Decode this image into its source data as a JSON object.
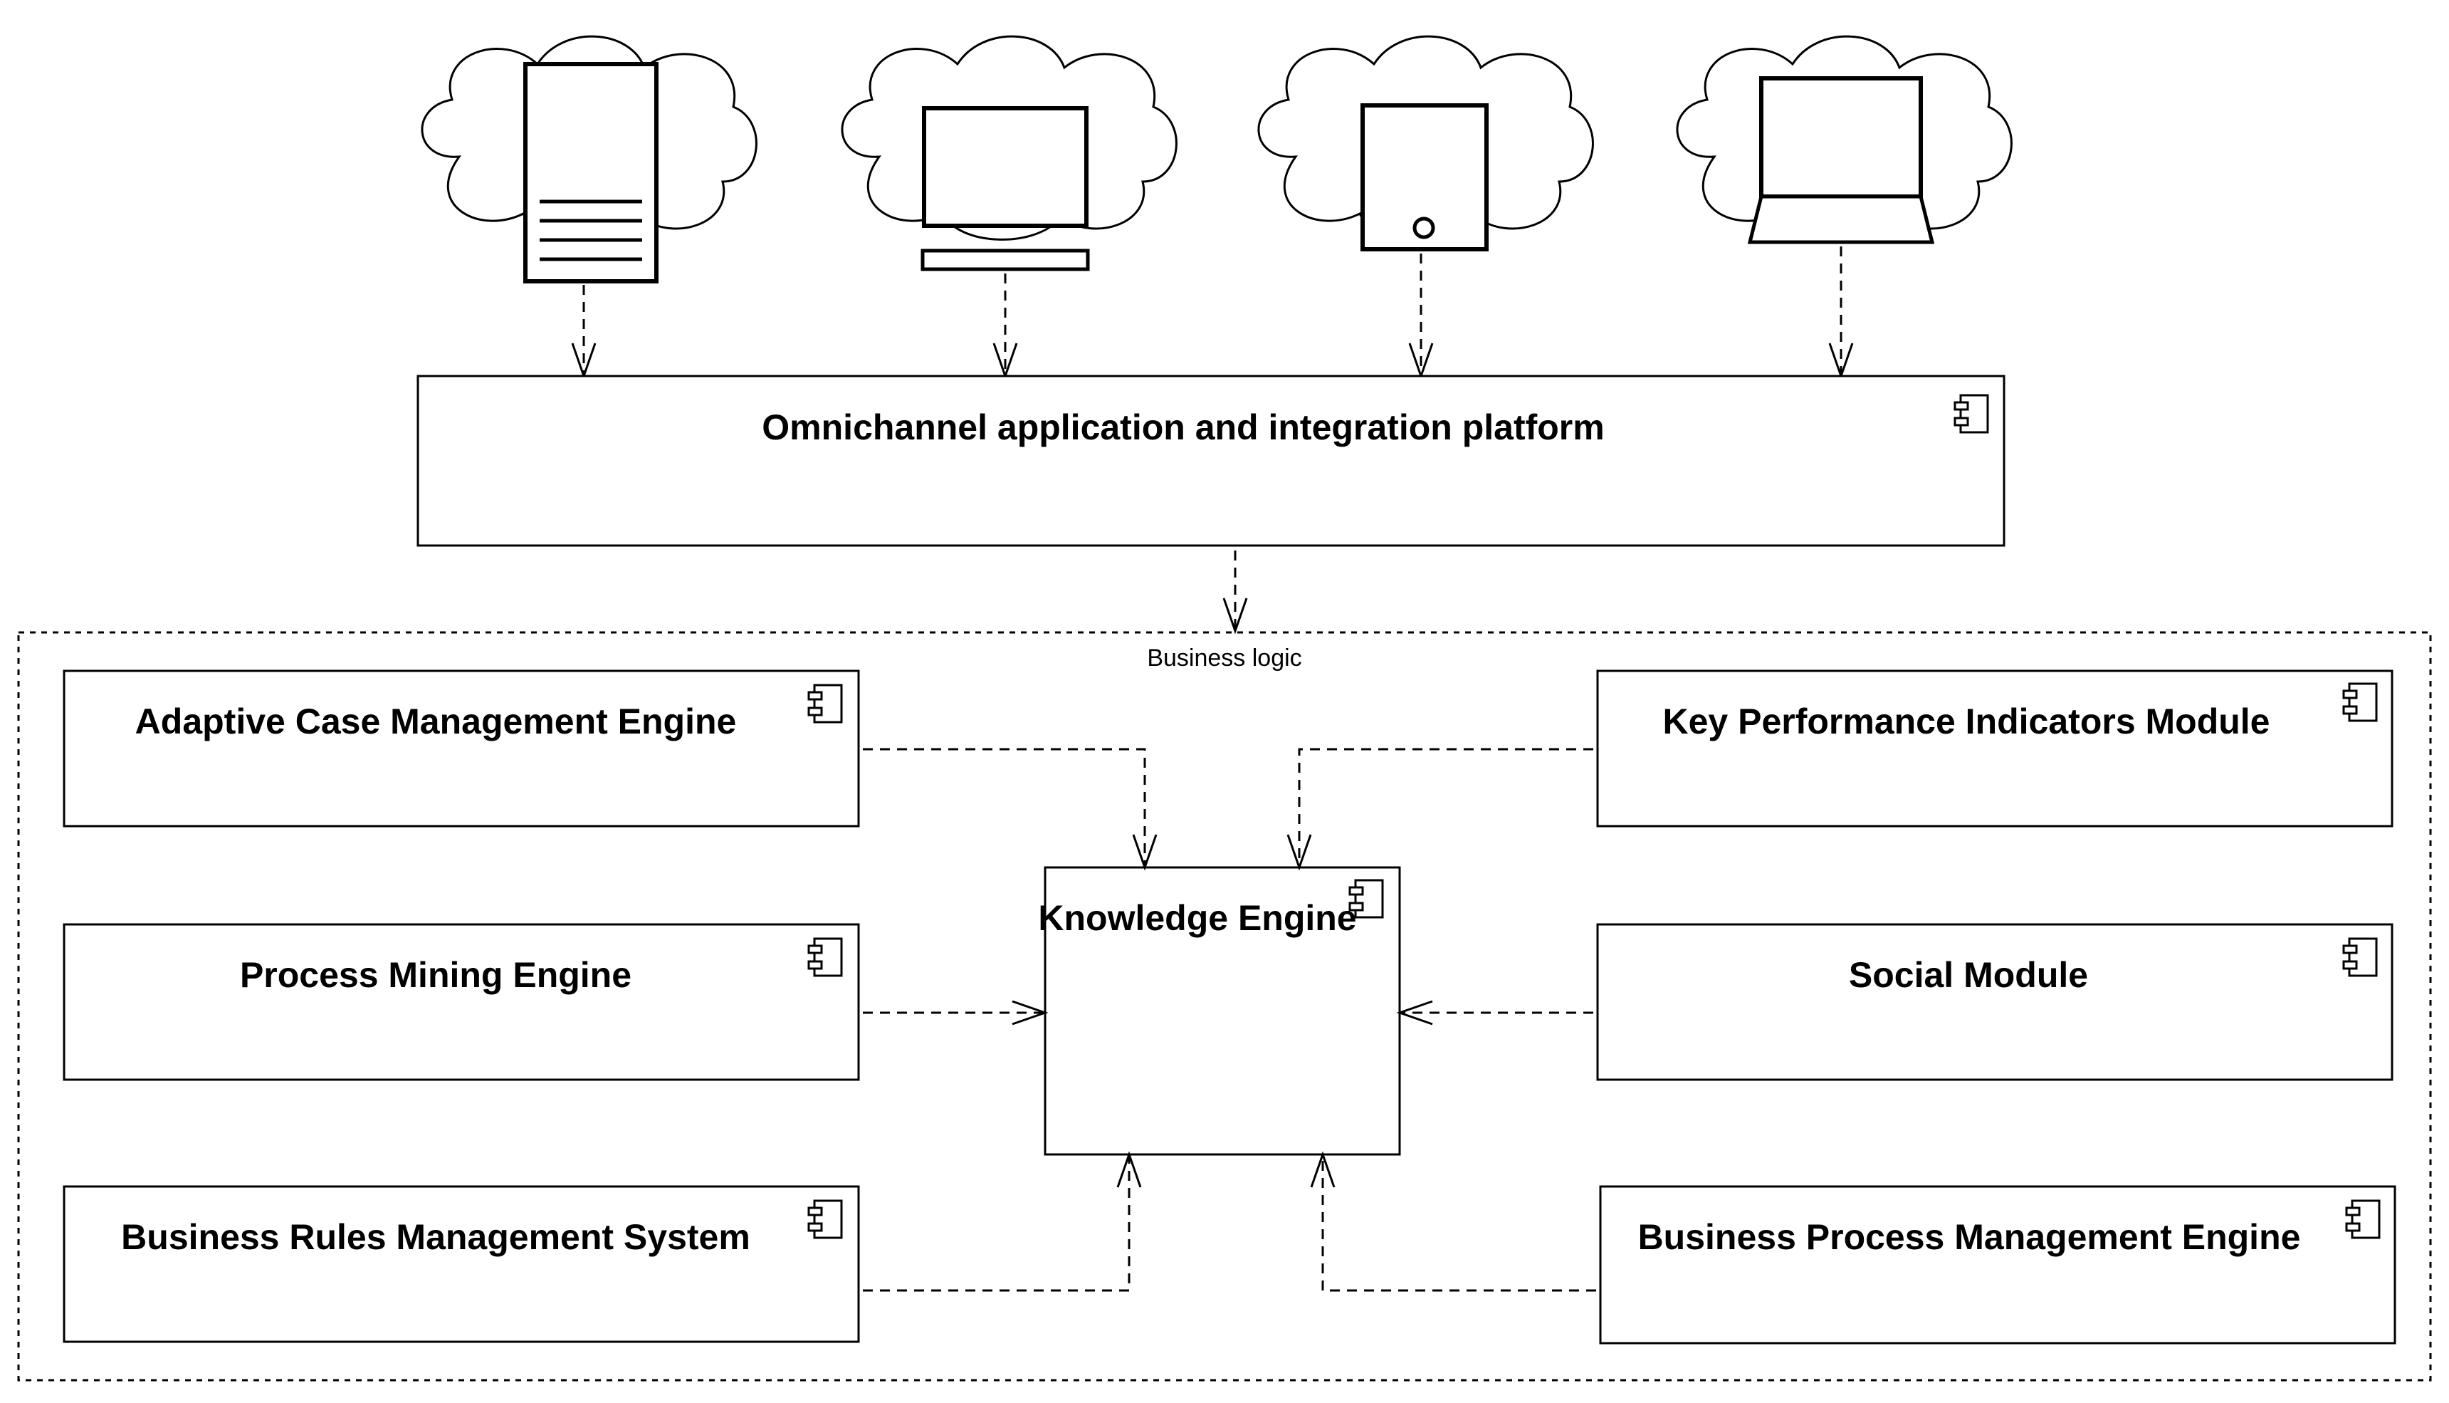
{
  "platform": {
    "title": "Omnichannel application and integration platform"
  },
  "container": {
    "label": "Business logic"
  },
  "components": {
    "acm": "Adaptive Case Management Engine",
    "pme": "Process Mining Engine",
    "brms": "Business Rules Management System",
    "kpi": "Key Performance Indicators Module",
    "social": "Social Module",
    "bpm": "Business Process Management Engine",
    "knowledge": "Knowledge Engine"
  },
  "devices": [
    "document-icon",
    "monitor-icon",
    "tablet-icon",
    "laptop-icon"
  ],
  "colors": {
    "stroke": "#000000",
    "background": "#ffffff"
  }
}
